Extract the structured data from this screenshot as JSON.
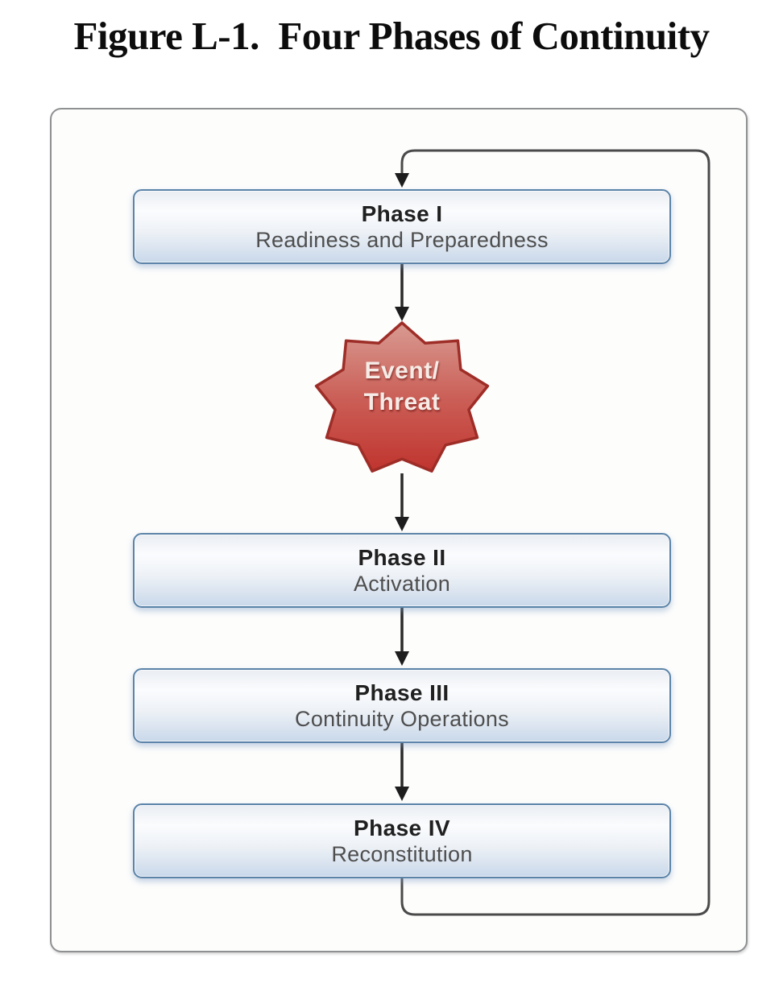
{
  "figure_title": "Figure L-1.  Four Phases of Continuity",
  "diagram": {
    "phases": [
      {
        "title": "Phase I",
        "subtitle": "Readiness and Preparedness"
      },
      {
        "title": "Phase II",
        "subtitle": "Activation"
      },
      {
        "title": "Phase III",
        "subtitle": "Continuity Operations"
      },
      {
        "title": "Phase IV",
        "subtitle": "Reconstitution"
      }
    ],
    "event_marker": {
      "line1": "Event/",
      "line2": "Threat"
    },
    "colors": {
      "phase_box_border": "#5b83a8",
      "phase_box_fill_top": "#fbfcfe",
      "phase_box_fill_bottom": "#c9d8ea",
      "event_star_fill_top": "#d89b92",
      "event_star_fill_mid": "#cb6058",
      "event_star_fill_bottom": "#c0342e",
      "event_star_border": "#9e2d27",
      "arrow": "#2a2a2a",
      "loop_line": "#4a4a4a",
      "frame_border": "#8e9092"
    }
  }
}
